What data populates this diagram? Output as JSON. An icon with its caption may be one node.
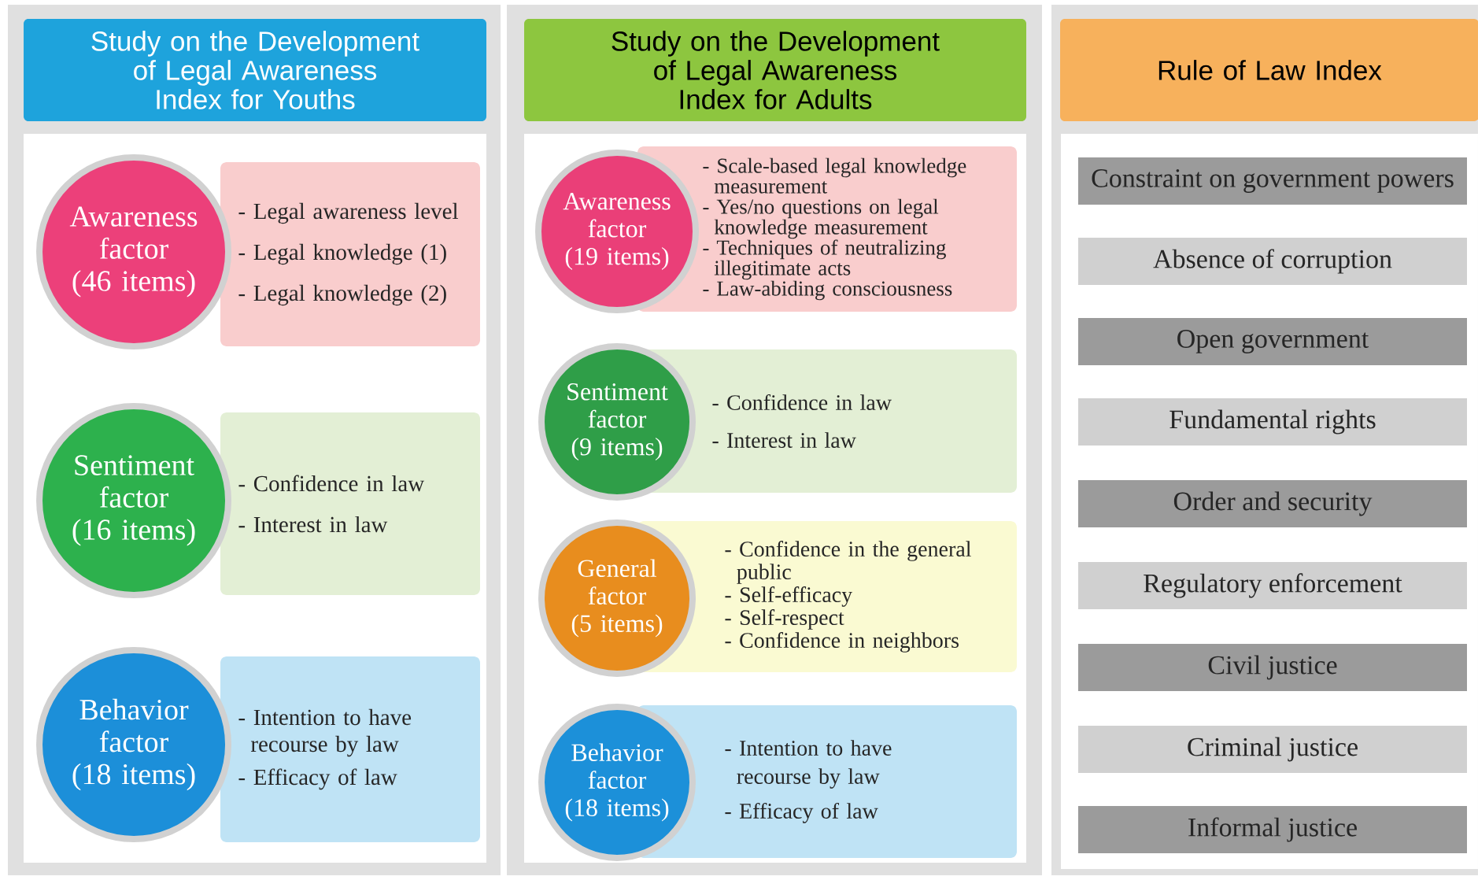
{
  "diagram": {
    "nodes": [
      {
        "text": [
          "Study on the Development of Legal Awareness Index for Youths"
        ]
      },
      {
        "text": [
          "Awareness factor",
          "(46 items)"
        ],
        "in": 0
      },
      {
        "text": [
          "- Legal awareness level",
          "- Legal knowledge (1)",
          "- Legal knowledge (2)"
        ],
        "in": 0
      },
      {
        "text": [
          "Sentiment factor",
          "(16 items)"
        ],
        "in": 0
      },
      {
        "text": [
          "- Confidence in law",
          "- Interest in law"
        ],
        "in": 0
      },
      {
        "text": [
          "Behavior factor",
          "(18 items)"
        ],
        "in": 0
      },
      {
        "text": [
          "- Intention to have recourse by law",
          "- Efficacy of law"
        ],
        "in": 0
      },
      {
        "text": [
          "Study on the Development of Legal Awareness Index for Adults"
        ]
      },
      {
        "text": [
          "Awareness factor",
          "(19 items)"
        ],
        "in": 7
      },
      {
        "text": [
          "- Scale-based legal knowledge measurement",
          "- Yes/no questions on legal knowledge measurement",
          "- Techniques of neutralizing illegitimate acts",
          "- Law-abiding consciousness"
        ],
        "in": 7
      },
      {
        "text": [
          "Sentiment factor",
          "(9 items)"
        ],
        "in": 7
      },
      {
        "text": [
          "- Confidence in law",
          "- Interest in law"
        ],
        "in": 7
      },
      {
        "text": [
          "General factor",
          "(5 items)"
        ],
        "in": 7
      },
      {
        "text": [
          "- Confidence in the general public",
          "- Self-efficacy",
          "- Self-respect",
          "- Confidence in neighbors"
        ],
        "in": 7
      },
      {
        "text": [
          "Behavior factor",
          "(18 items)"
        ],
        "in": 7
      },
      {
        "text": [
          "- Intention to have recourse by law",
          "- Efficacy of law"
        ],
        "in": 7
      },
      {
        "text": [
          "Rule of Law Index"
        ]
      },
      {
        "text": [
          "Constraint on government powers"
        ],
        "in": 16
      },
      {
        "text": [
          "Absence of corruption"
        ],
        "in": 16
      },
      {
        "text": [
          "Open government"
        ],
        "in": 16
      },
      {
        "text": [
          "Fundamental rights"
        ],
        "in": 16
      },
      {
        "text": [
          "Order and security"
        ],
        "in": 16
      },
      {
        "text": [
          "Regulatory enforcement"
        ],
        "in": 16
      },
      {
        "text": [
          "Civil justice"
        ],
        "in": 16
      },
      {
        "text": [
          "Criminal justice"
        ],
        "in": 16
      },
      {
        "text": [
          "Informal justice"
        ],
        "in": 16
      }
    ]
  }
}
